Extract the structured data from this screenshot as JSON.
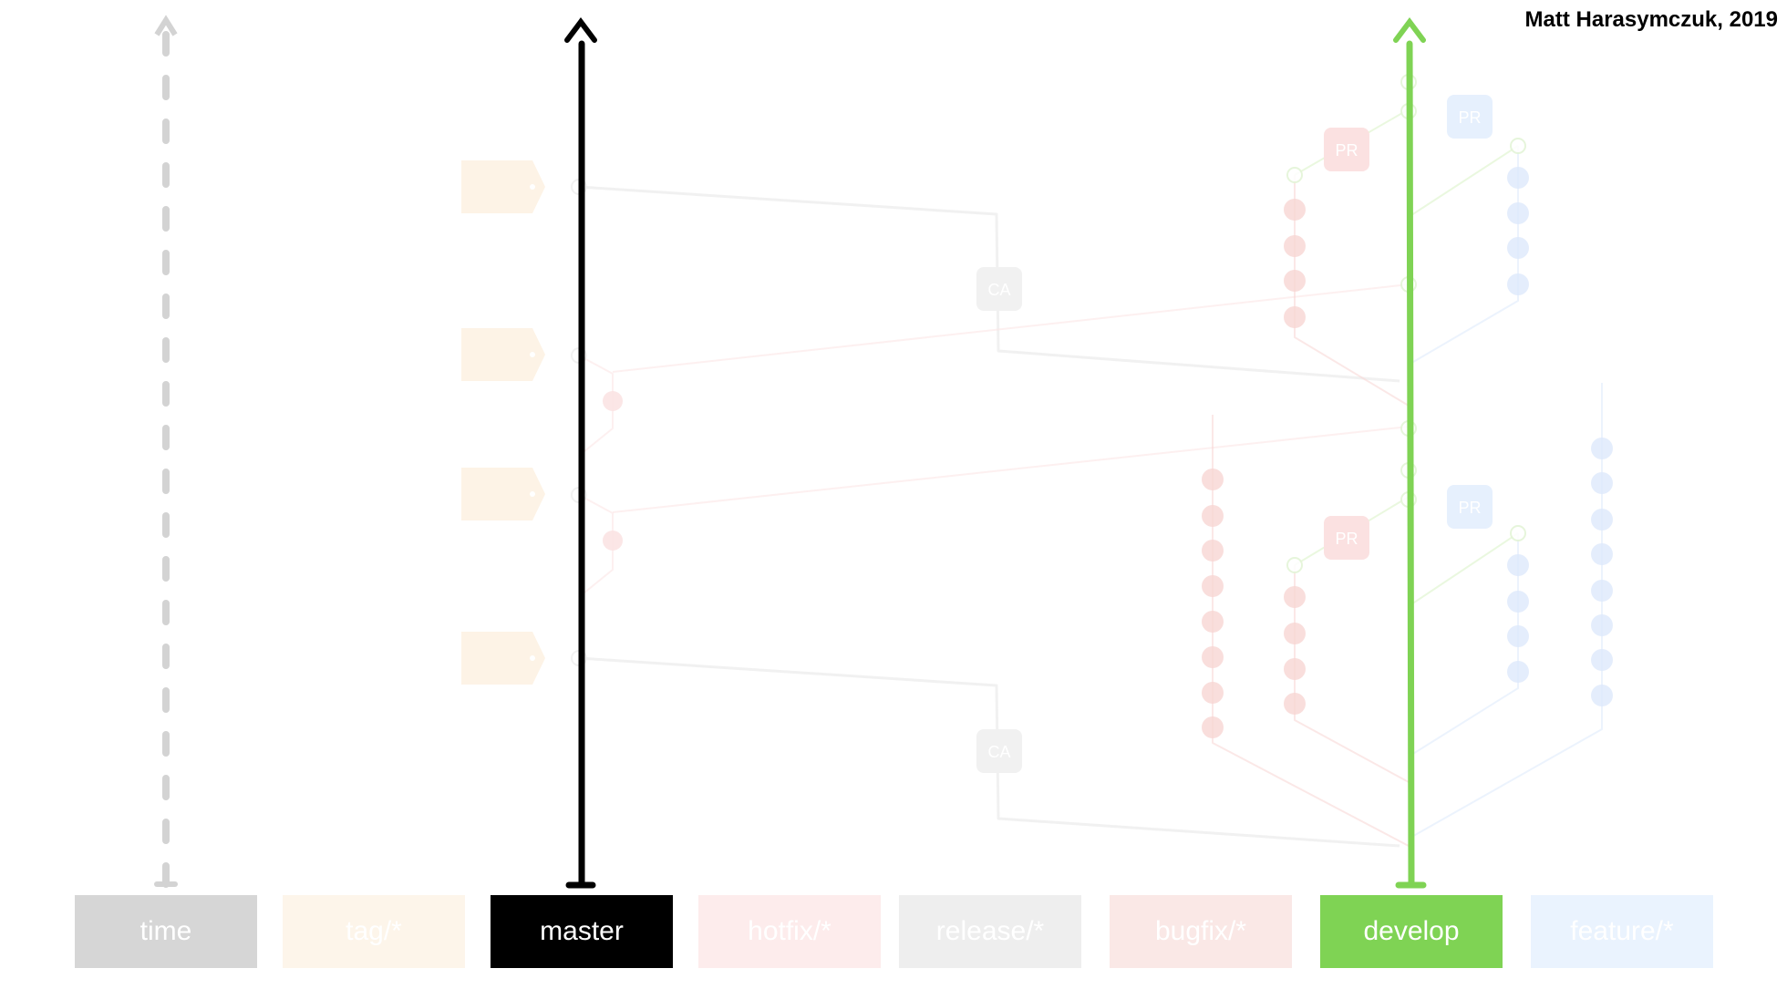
{
  "author": "Matt Harasymczuk, 2019",
  "lanes": [
    {
      "id": "time",
      "label": "time",
      "color": "#d6d6d6",
      "faded": false
    },
    {
      "id": "tag",
      "label": "tag/*",
      "color": "#fdf5ea",
      "faded": true
    },
    {
      "id": "master",
      "label": "master",
      "color": "#000000",
      "faded": false
    },
    {
      "id": "hotfix",
      "label": "hotfix/*",
      "color": "#fdecec",
      "faded": true
    },
    {
      "id": "release",
      "label": "release/*",
      "color": "#eeeeee",
      "faded": true
    },
    {
      "id": "bugfix",
      "label": "bugfix/*",
      "color": "#fae8e6",
      "faded": true
    },
    {
      "id": "develop",
      "label": "develop",
      "color": "#7fd354",
      "faded": false
    },
    {
      "id": "feature",
      "label": "feature/*",
      "color": "#eaf3fe",
      "faded": true
    }
  ],
  "badges": {
    "pull_request": "PR",
    "code_approval": "CA"
  },
  "colors": {
    "develop": "#7fd354",
    "master": "#000000",
    "time": "#d3d3d3",
    "tag": "#fdf3e6",
    "hotfix": "#fbe3e3",
    "bugfix": "#f8d6d3",
    "feature": "#dde9fb",
    "release": "#e6e6e6"
  }
}
